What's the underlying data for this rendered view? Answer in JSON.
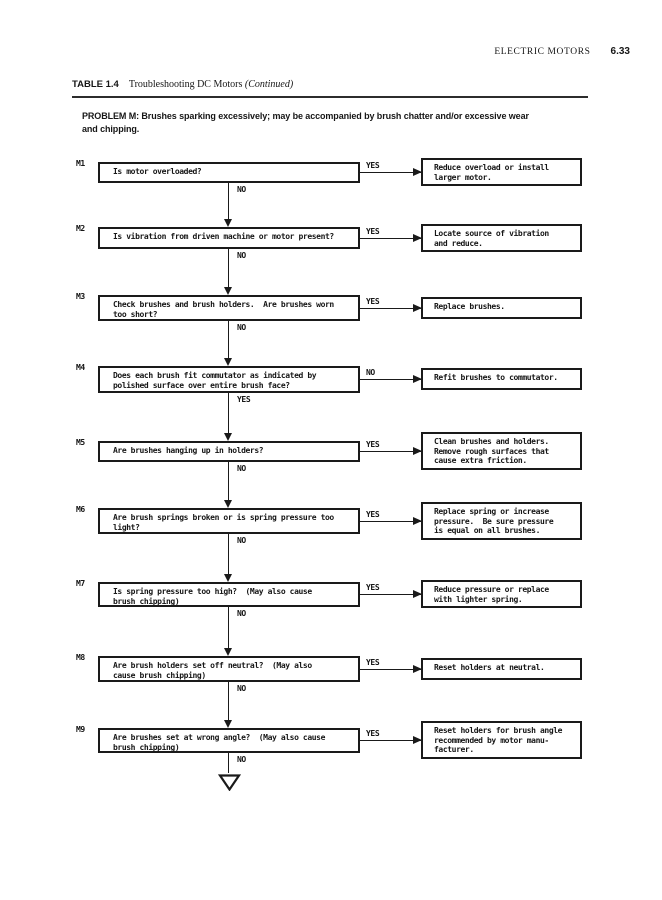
{
  "header": {
    "running_title": "ELECTRIC MOTORS",
    "page_number": "6.33"
  },
  "caption": {
    "label": "TABLE 1.4",
    "title": "Troubleshooting DC Motors",
    "continued": "(Continued)"
  },
  "problem_statement": "PROBLEM M: Brushes sparking excessively; may be accompanied by brush chatter and/or excessive wear\nand chipping.",
  "flowchart": {
    "rows": [
      {
        "id": "M1",
        "question": "Is motor overloaded?",
        "branch_label": "YES",
        "action": "Reduce overload or install\nlarger motor.",
        "down_label": "NO"
      },
      {
        "id": "M2",
        "question": "Is vibration from driven machine or motor present?",
        "branch_label": "YES",
        "action": "Locate source of vibration\nand reduce.",
        "down_label": "NO"
      },
      {
        "id": "M3",
        "question": "Check brushes and brush holders.  Are brushes worn\ntoo short?",
        "branch_label": "YES",
        "action": "Replace brushes.",
        "down_label": "NO"
      },
      {
        "id": "M4",
        "question": "Does each brush fit commutator as indicated by\npolished surface over entire brush face?",
        "branch_label": "NO",
        "action": "Refit brushes to commutator.",
        "down_label": "YES"
      },
      {
        "id": "M5",
        "question": "Are brushes hanging up in holders?",
        "branch_label": "YES",
        "action": "Clean brushes and holders.\nRemove rough surfaces that\ncause extra friction.",
        "down_label": "NO"
      },
      {
        "id": "M6",
        "question": "Are brush springs broken or is spring pressure too\nlight?",
        "branch_label": "YES",
        "action": "Replace spring or increase\npressure.  Be sure pressure\nis equal on all brushes.",
        "down_label": "NO"
      },
      {
        "id": "M7",
        "question": "Is spring pressure too high?  (May also cause\nbrush chipping)",
        "branch_label": "YES",
        "action": "Reduce pressure or replace\nwith lighter spring.",
        "down_label": "NO"
      },
      {
        "id": "M8",
        "question": "Are brush holders set off neutral?  (May also\ncause brush chipping)",
        "branch_label": "YES",
        "action": "Reset holders at neutral.",
        "down_label": "NO"
      },
      {
        "id": "M9",
        "question": "Are brushes set at wrong angle?  (May also cause\nbrush chipping)",
        "branch_label": "YES",
        "action": "Reset holders for brush angle\nrecommended by motor manu-\nfacturer.",
        "down_label": "NO"
      }
    ]
  }
}
